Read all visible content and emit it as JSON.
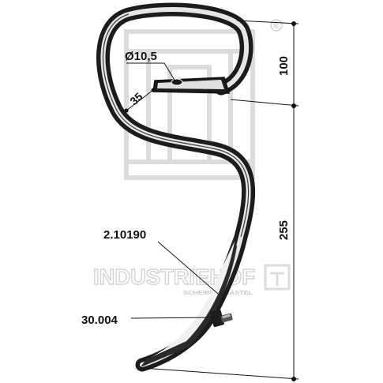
{
  "diagram": {
    "dimensions": {
      "hole_diameter": "Ø10,5",
      "width": "35",
      "top_height": "100",
      "total_height": "255"
    },
    "part_labels": {
      "tine": "2.10190",
      "bolt": "30.004"
    },
    "watermark": {
      "brand": "INDUSTRIEHOF",
      "tagline": "SCHEIBENPRÄSTEL",
      "registered": "®"
    },
    "colors": {
      "steel_dark": "#1c1c1c",
      "steel_light": "#e8e8e8",
      "watermark": "#d7d7d7",
      "line": "#111111"
    }
  }
}
